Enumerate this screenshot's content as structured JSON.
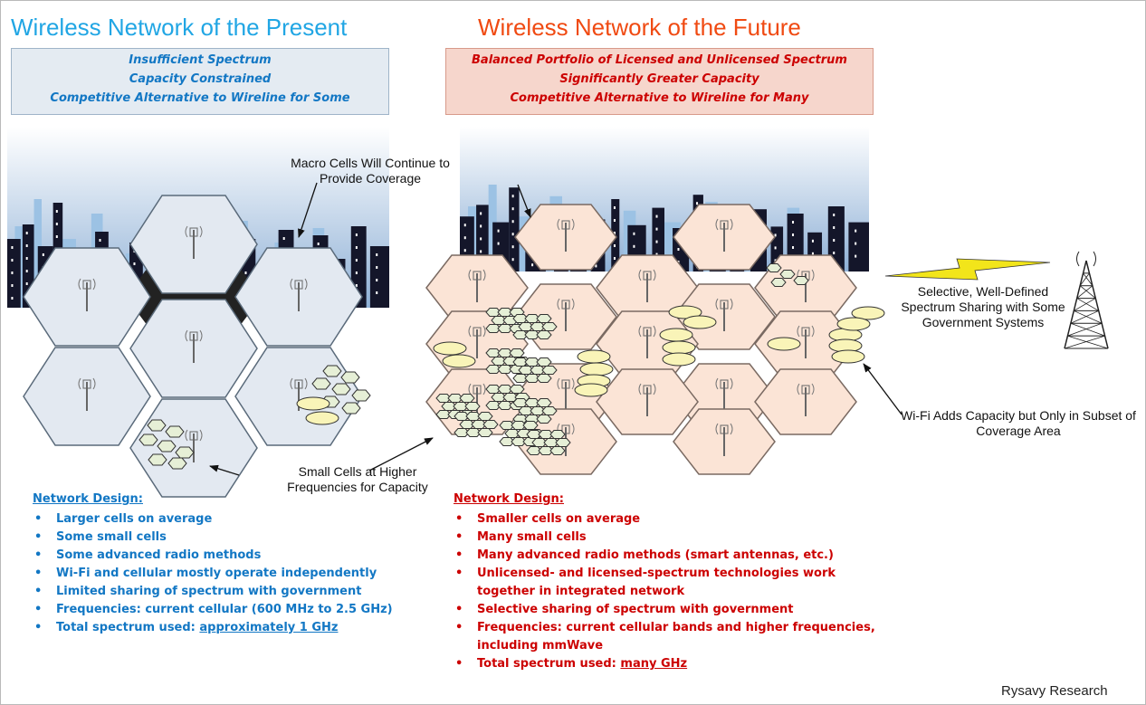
{
  "present": {
    "title": "Wireless Network of the Present",
    "box_lines": [
      "Insufficient Spectrum",
      "Capacity Constrained",
      "Competitive Alternative to Wireline for Some"
    ],
    "design_heading": "Network Design:",
    "design_items": [
      "Larger cells on average",
      "Some small cells",
      "Some advanced radio methods",
      "Wi-Fi and cellular mostly operate independently",
      "Limited sharing of spectrum with government",
      "Frequencies: current cellular (600 MHz to 2.5 GHz)"
    ],
    "spectrum_label": "Total spectrum used: ",
    "spectrum_value": "approximately 1 GHz"
  },
  "future": {
    "title": "Wireless Network of the Future",
    "box_lines": [
      "Balanced Portfolio of Licensed and Unlicensed Spectrum",
      "Significantly Greater Capacity",
      "Competitive Alternative to Wireline for Many"
    ],
    "design_heading": "Network Design:",
    "design_items": [
      "Smaller cells on average",
      "Many small cells",
      "Many advanced radio methods (smart antennas, etc.)",
      "Unlicensed- and licensed-spectrum technologies work together in integrated network",
      "Selective sharing of spectrum with government",
      "Frequencies: current cellular bands and higher frequencies, including mmWave"
    ],
    "spectrum_label": "Total spectrum used: ",
    "spectrum_value": "many GHz"
  },
  "annotations": {
    "macro": "Macro Cells Will Continue to Provide Coverage",
    "sharing": "Selective, Well-Defined Spectrum Sharing with Some Government Systems",
    "wifi": "Wi-Fi Adds Capacity but Only in Subset of Coverage Area",
    "small": "Small Cells at Higher Frequencies for Capacity"
  },
  "credit": "Rysavy Research",
  "colors": {
    "present_title": "#21a6e4",
    "future_title": "#f04a12",
    "present_text": "#1277c4",
    "future_text": "#cc0000",
    "present_cell": "#e3e9f1",
    "future_cell": "#fbe4d6",
    "small_cell": "#e6efd6",
    "wifi": "#f9f4b8",
    "lightning": "#f2e51a"
  }
}
